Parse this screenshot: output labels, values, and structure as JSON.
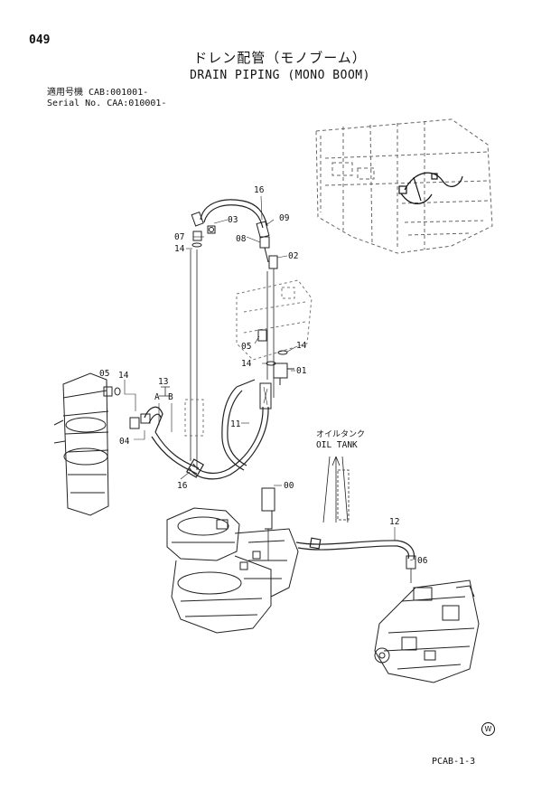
{
  "header": {
    "page_number": "049",
    "title_ja": "ドレン配管（モノブーム）",
    "title_en": "DRAIN PIPING (MONO BOOM)",
    "serial_line_1": "適用号機  CAB:001001-",
    "serial_line_2": "Serial No. CAA:010001-"
  },
  "callouts": {
    "c16_top": "16",
    "c03": "03",
    "c09": "09",
    "c07": "07",
    "c08": "08",
    "c14_left": "14",
    "c02": "02",
    "c05_mid": "05",
    "c14_mid_right": "14",
    "c14_mid_left": "14",
    "c01": "01",
    "c05_left": "05",
    "c14_far_left": "14",
    "c13": "13",
    "c13_a": "A",
    "c13_b": "B",
    "c11": "11",
    "c04": "04",
    "c16_bottom": "16",
    "c00": "00",
    "c12": "12",
    "c06": "06"
  },
  "oil_tank": {
    "label_ja": "オイルタンク",
    "label_en": "OIL TANK"
  },
  "footer": {
    "page_code": "PCAB-1-3",
    "mark": "W"
  }
}
